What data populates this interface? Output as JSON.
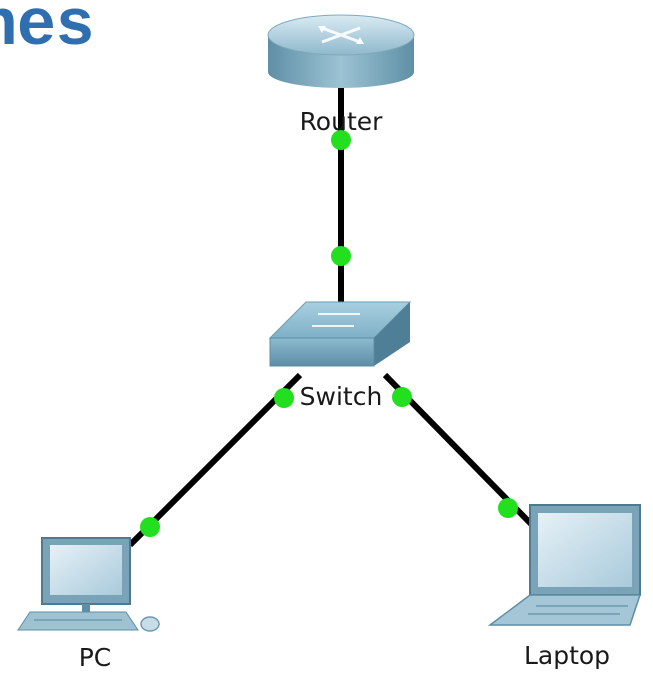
{
  "title_fragment": "nes",
  "devices": {
    "router": {
      "label": "Router",
      "icon": "router-icon"
    },
    "switch": {
      "label": "Switch",
      "icon": "switch-icon"
    },
    "pc": {
      "label": "PC",
      "icon": "pc-icon"
    },
    "laptop": {
      "label": "Laptop",
      "icon": "laptop-icon"
    }
  },
  "links": [
    {
      "from": "router",
      "to": "switch",
      "status": "up"
    },
    {
      "from": "switch",
      "to": "pc",
      "status": "up"
    },
    {
      "from": "switch",
      "to": "laptop",
      "status": "up"
    }
  ],
  "colors": {
    "link": "#000000",
    "link_up": "#22e01f",
    "title": "#2f6fb0"
  }
}
